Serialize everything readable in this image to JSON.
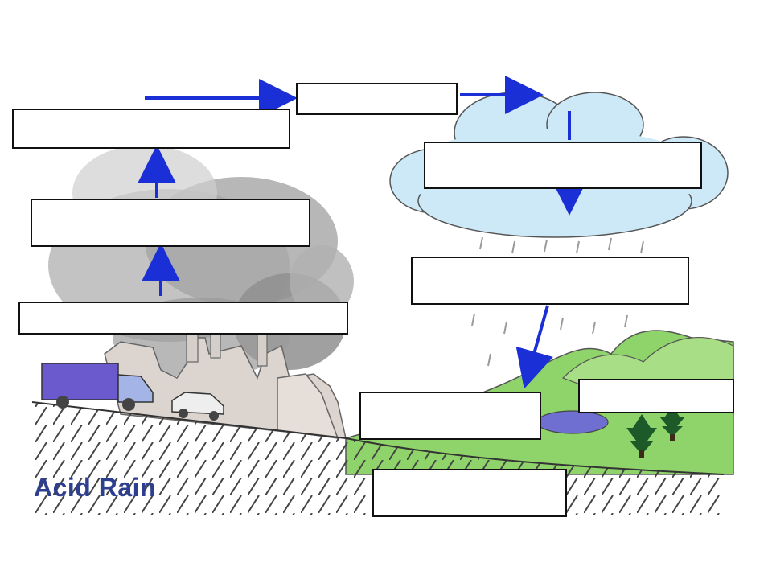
{
  "title": "Acid Rain",
  "colors": {
    "arrow": "#1a2fd6",
    "title": "#2e3f8f",
    "cloud": "#cde9f7",
    "smoke": "#8f8f8f",
    "grass": "#8fd46a",
    "water": "#6f6fd2",
    "truck": "#6a5acd"
  },
  "label_boxes": [
    {
      "id": "emissions-top",
      "text": ""
    },
    {
      "id": "top-center",
      "text": ""
    },
    {
      "id": "cloud",
      "text": ""
    },
    {
      "id": "smoke-middle",
      "text": ""
    },
    {
      "id": "rain",
      "text": ""
    },
    {
      "id": "emissions-source",
      "text": ""
    },
    {
      "id": "lake",
      "text": ""
    },
    {
      "id": "hills",
      "text": ""
    },
    {
      "id": "ground",
      "text": ""
    }
  ]
}
